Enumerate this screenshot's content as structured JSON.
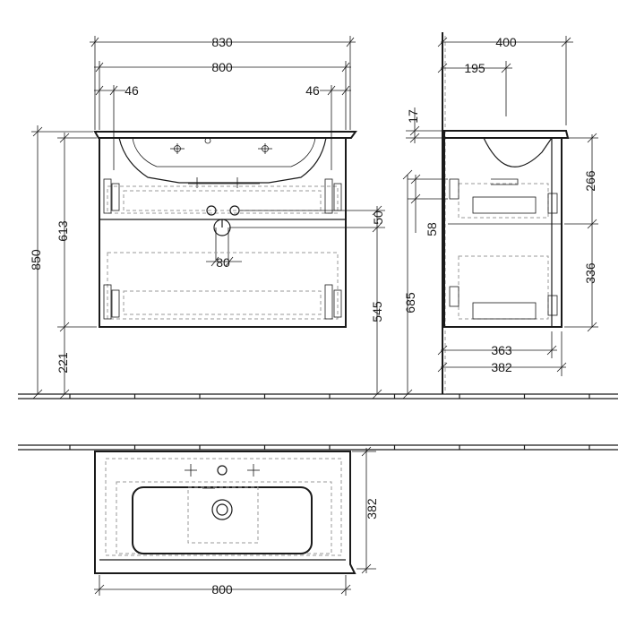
{
  "front_view": {
    "width_total": "830",
    "width_cabinet": "800",
    "inset_left": "46",
    "inset_right": "46",
    "height_total": "850",
    "height_cabinet": "613",
    "floor_gap": "221",
    "drain_height": "545",
    "drain_offset": "50",
    "drain_diameter": "80"
  },
  "side_view": {
    "depth_total": "400",
    "tap_offset": "195",
    "basin_thickness": "17",
    "upper_drawer": "266",
    "lower_drawer": "336",
    "gap_58": "58",
    "height_685": "685",
    "depth_363": "363",
    "depth_382": "382"
  },
  "top_view": {
    "depth": "382",
    "width": "800"
  }
}
